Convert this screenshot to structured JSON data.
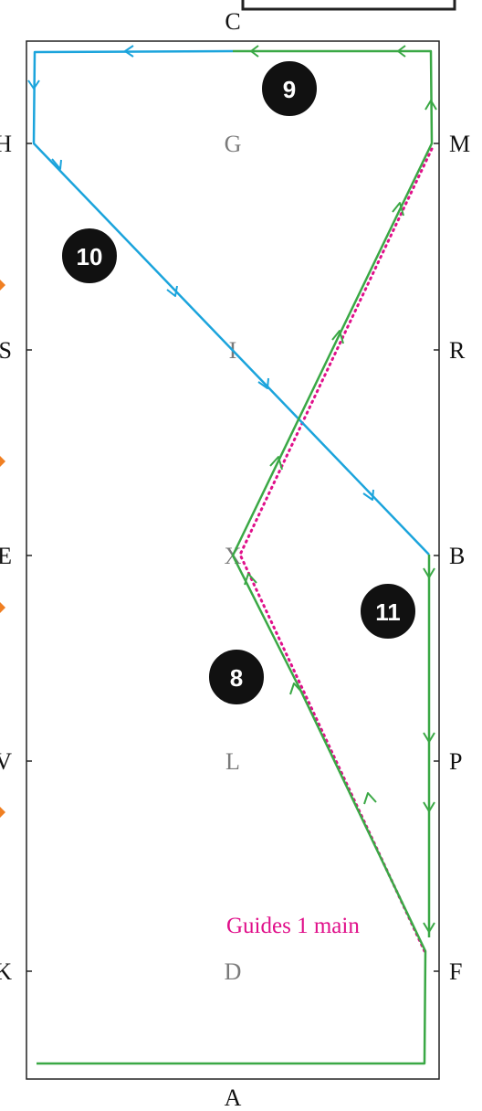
{
  "arena": {
    "letters": {
      "top": "C",
      "bottom": "A",
      "left": [
        "H",
        "S",
        "E",
        "V",
        "K"
      ],
      "right": [
        "M",
        "R",
        "B",
        "P",
        "F"
      ],
      "center": [
        "G",
        "I",
        "X",
        "L",
        "D"
      ]
    },
    "circle_labels": [
      "9",
      "10",
      "11",
      "8"
    ],
    "annotation": "Guides 1 main"
  },
  "colors": {
    "green_route": "#3aa845",
    "blue_route": "#1ba4dc",
    "guide_line": "#e0108a",
    "center_letter": "#7a7a7a",
    "marker": "#f07f22",
    "badge": "#111111"
  }
}
